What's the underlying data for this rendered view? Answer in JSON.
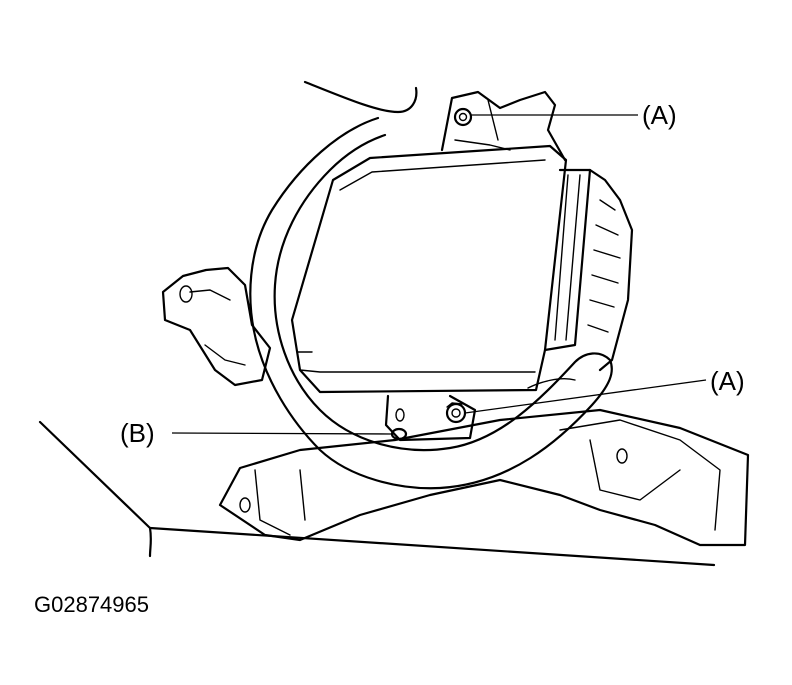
{
  "callouts": {
    "a_top": "(A)",
    "a_right": "(A)",
    "b_left": "(B)"
  },
  "figure_code": "G02874965"
}
